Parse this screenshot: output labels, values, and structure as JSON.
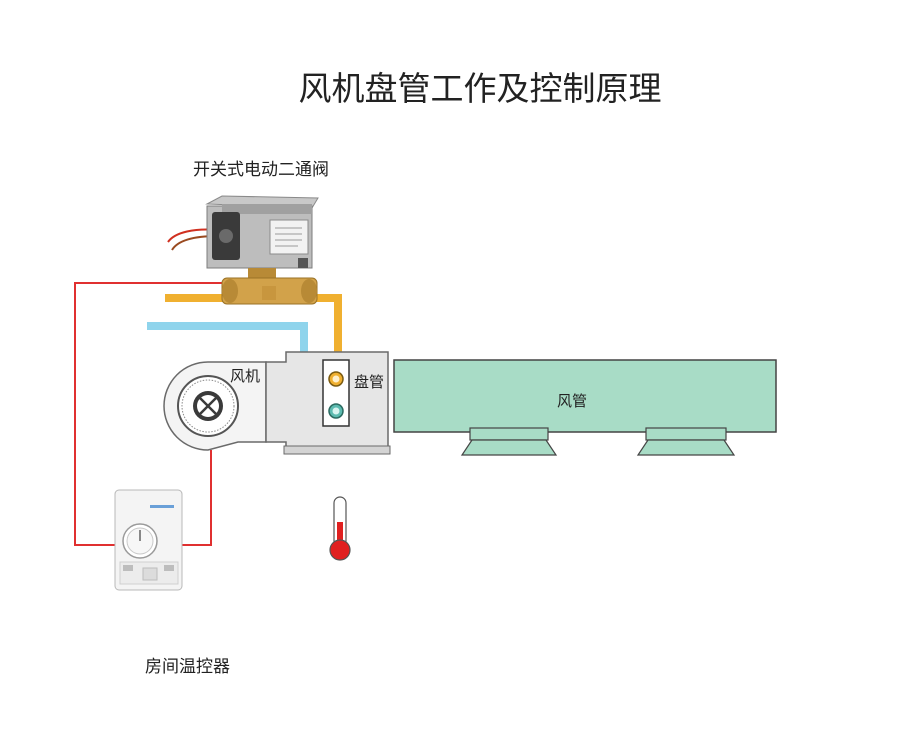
{
  "title": "风机盘管工作及控制原理",
  "labels": {
    "valve": "开关式电动二通阀",
    "fan": "风机",
    "coil": "盘管",
    "duct": "风管",
    "thermostat": "房间温控器"
  },
  "colors": {
    "supply_pipe": "#f0b030",
    "return_pipe": "#8fd4ec",
    "wiring": "#e03030",
    "duct_fill": "#a8dcc6",
    "housing_fill": "#e6e6e6"
  },
  "icons": {
    "valve": "electric-valve-icon",
    "fan": "centrifugal-fan-icon",
    "thermometer": "thermometer-icon",
    "thermostat": "thermostat-icon"
  }
}
